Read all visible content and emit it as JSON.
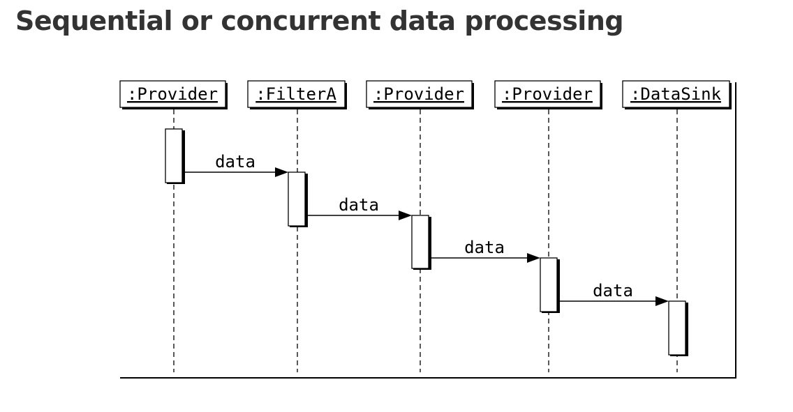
{
  "page": {
    "title": "Sequential or concurrent data processing"
  },
  "diagram": {
    "participants": [
      {
        "id": "p1",
        "label": ":Provider"
      },
      {
        "id": "p2",
        "label": ":FilterA"
      },
      {
        "id": "p3",
        "label": ":Provider"
      },
      {
        "id": "p4",
        "label": ":Provider"
      },
      {
        "id": "p5",
        "label": ":DataSink"
      }
    ],
    "messages": [
      {
        "from": "p1",
        "to": "p2",
        "label": "data"
      },
      {
        "from": "p2",
        "to": "p3",
        "label": "data"
      },
      {
        "from": "p3",
        "to": "p4",
        "label": "data"
      },
      {
        "from": "p4",
        "to": "p5",
        "label": "data"
      }
    ]
  }
}
